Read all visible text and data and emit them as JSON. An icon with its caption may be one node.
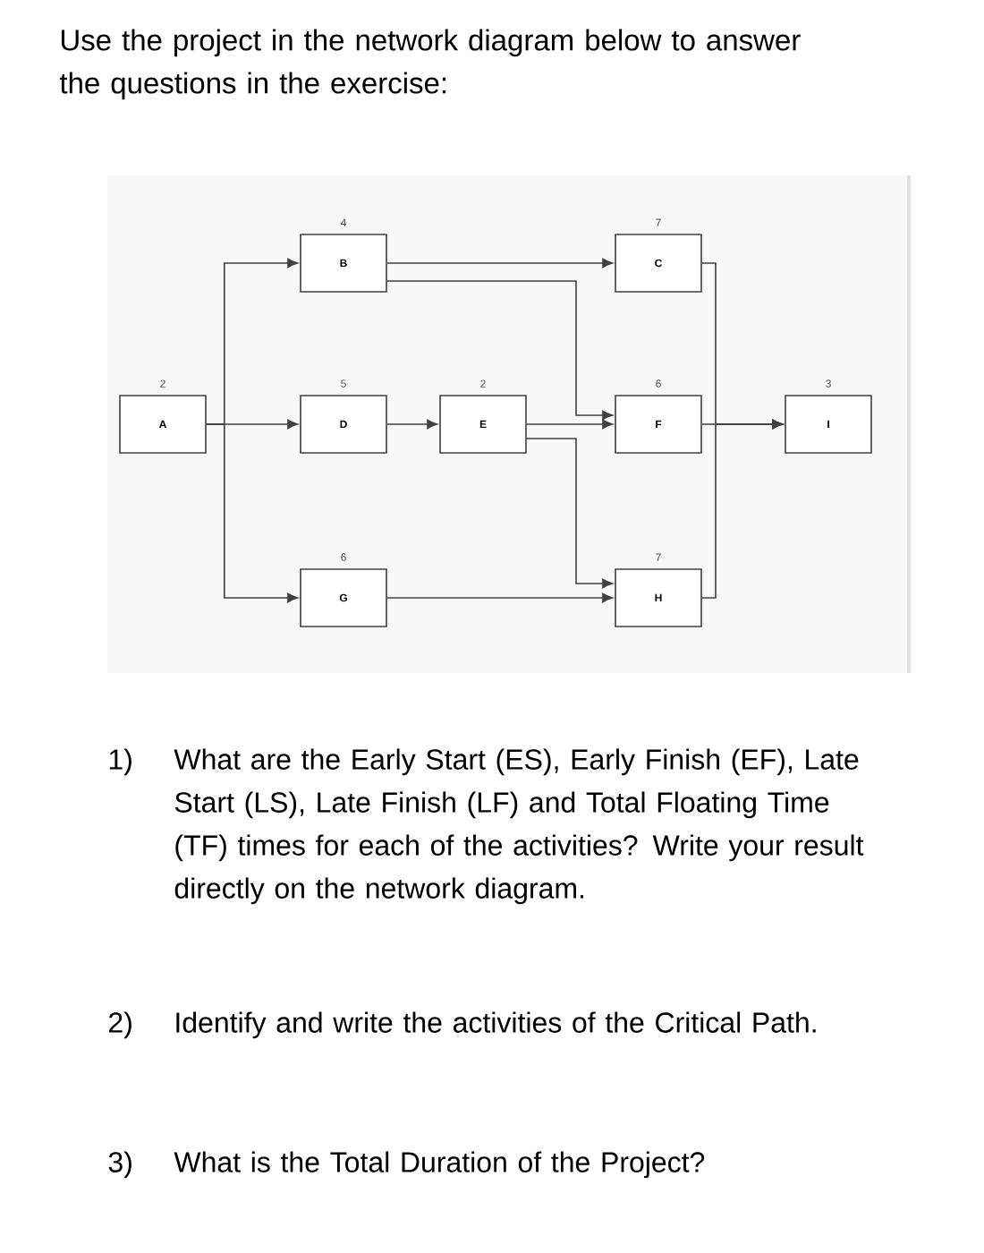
{
  "diagram": {
    "title": "Use the project in the network diagram below to answer the questions in the exercise:",
    "nodes": [
      {
        "text": [
          "A"
        ],
        "beside": [
          "2"
        ]
      },
      {
        "text": [
          "B"
        ],
        "beside": [
          "4"
        ]
      },
      {
        "text": [
          "C"
        ],
        "beside": [
          "7"
        ]
      },
      {
        "text": [
          "D"
        ],
        "beside": [
          "5"
        ]
      },
      {
        "text": [
          "E"
        ],
        "beside": [
          "2"
        ]
      },
      {
        "text": [
          "F"
        ],
        "beside": [
          "6"
        ]
      },
      {
        "text": [
          "G"
        ],
        "beside": [
          "6"
        ]
      },
      {
        "text": [
          "H"
        ],
        "beside": [
          "7"
        ]
      },
      {
        "text": [
          "I"
        ],
        "beside": [
          "3"
        ]
      }
    ],
    "edges": [
      {
        "from": 0,
        "to": 1,
        "arrow": "to"
      },
      {
        "from": 0,
        "to": 3,
        "arrow": "to"
      },
      {
        "from": 0,
        "to": 6,
        "arrow": "to"
      },
      {
        "from": 1,
        "to": 2,
        "arrow": "to"
      },
      {
        "from": 1,
        "to": 5,
        "arrow": "to"
      },
      {
        "from": 3,
        "to": 4,
        "arrow": "to"
      },
      {
        "from": 4,
        "to": 5,
        "arrow": "to"
      },
      {
        "from": 4,
        "to": 7,
        "arrow": "to"
      },
      {
        "from": 6,
        "to": 7,
        "arrow": "to"
      },
      {
        "from": 2,
        "to": 8,
        "arrow": "to"
      },
      {
        "from": 5,
        "to": 8,
        "arrow": "to"
      },
      {
        "from": 7,
        "to": 8,
        "arrow": "to"
      }
    ],
    "labels": [
      "1)",
      "What are the Early Start (ES), Early Finish (EF), Late Start (LS), Late Finish (LF) and Total Floating Time (TF) times for each of the activities? Write your result directly on the network diagram.",
      "2)",
      "Identify and write the activities of the Critical Path.",
      "3)",
      "What is the Total Duration of the Project?"
    ]
  }
}
